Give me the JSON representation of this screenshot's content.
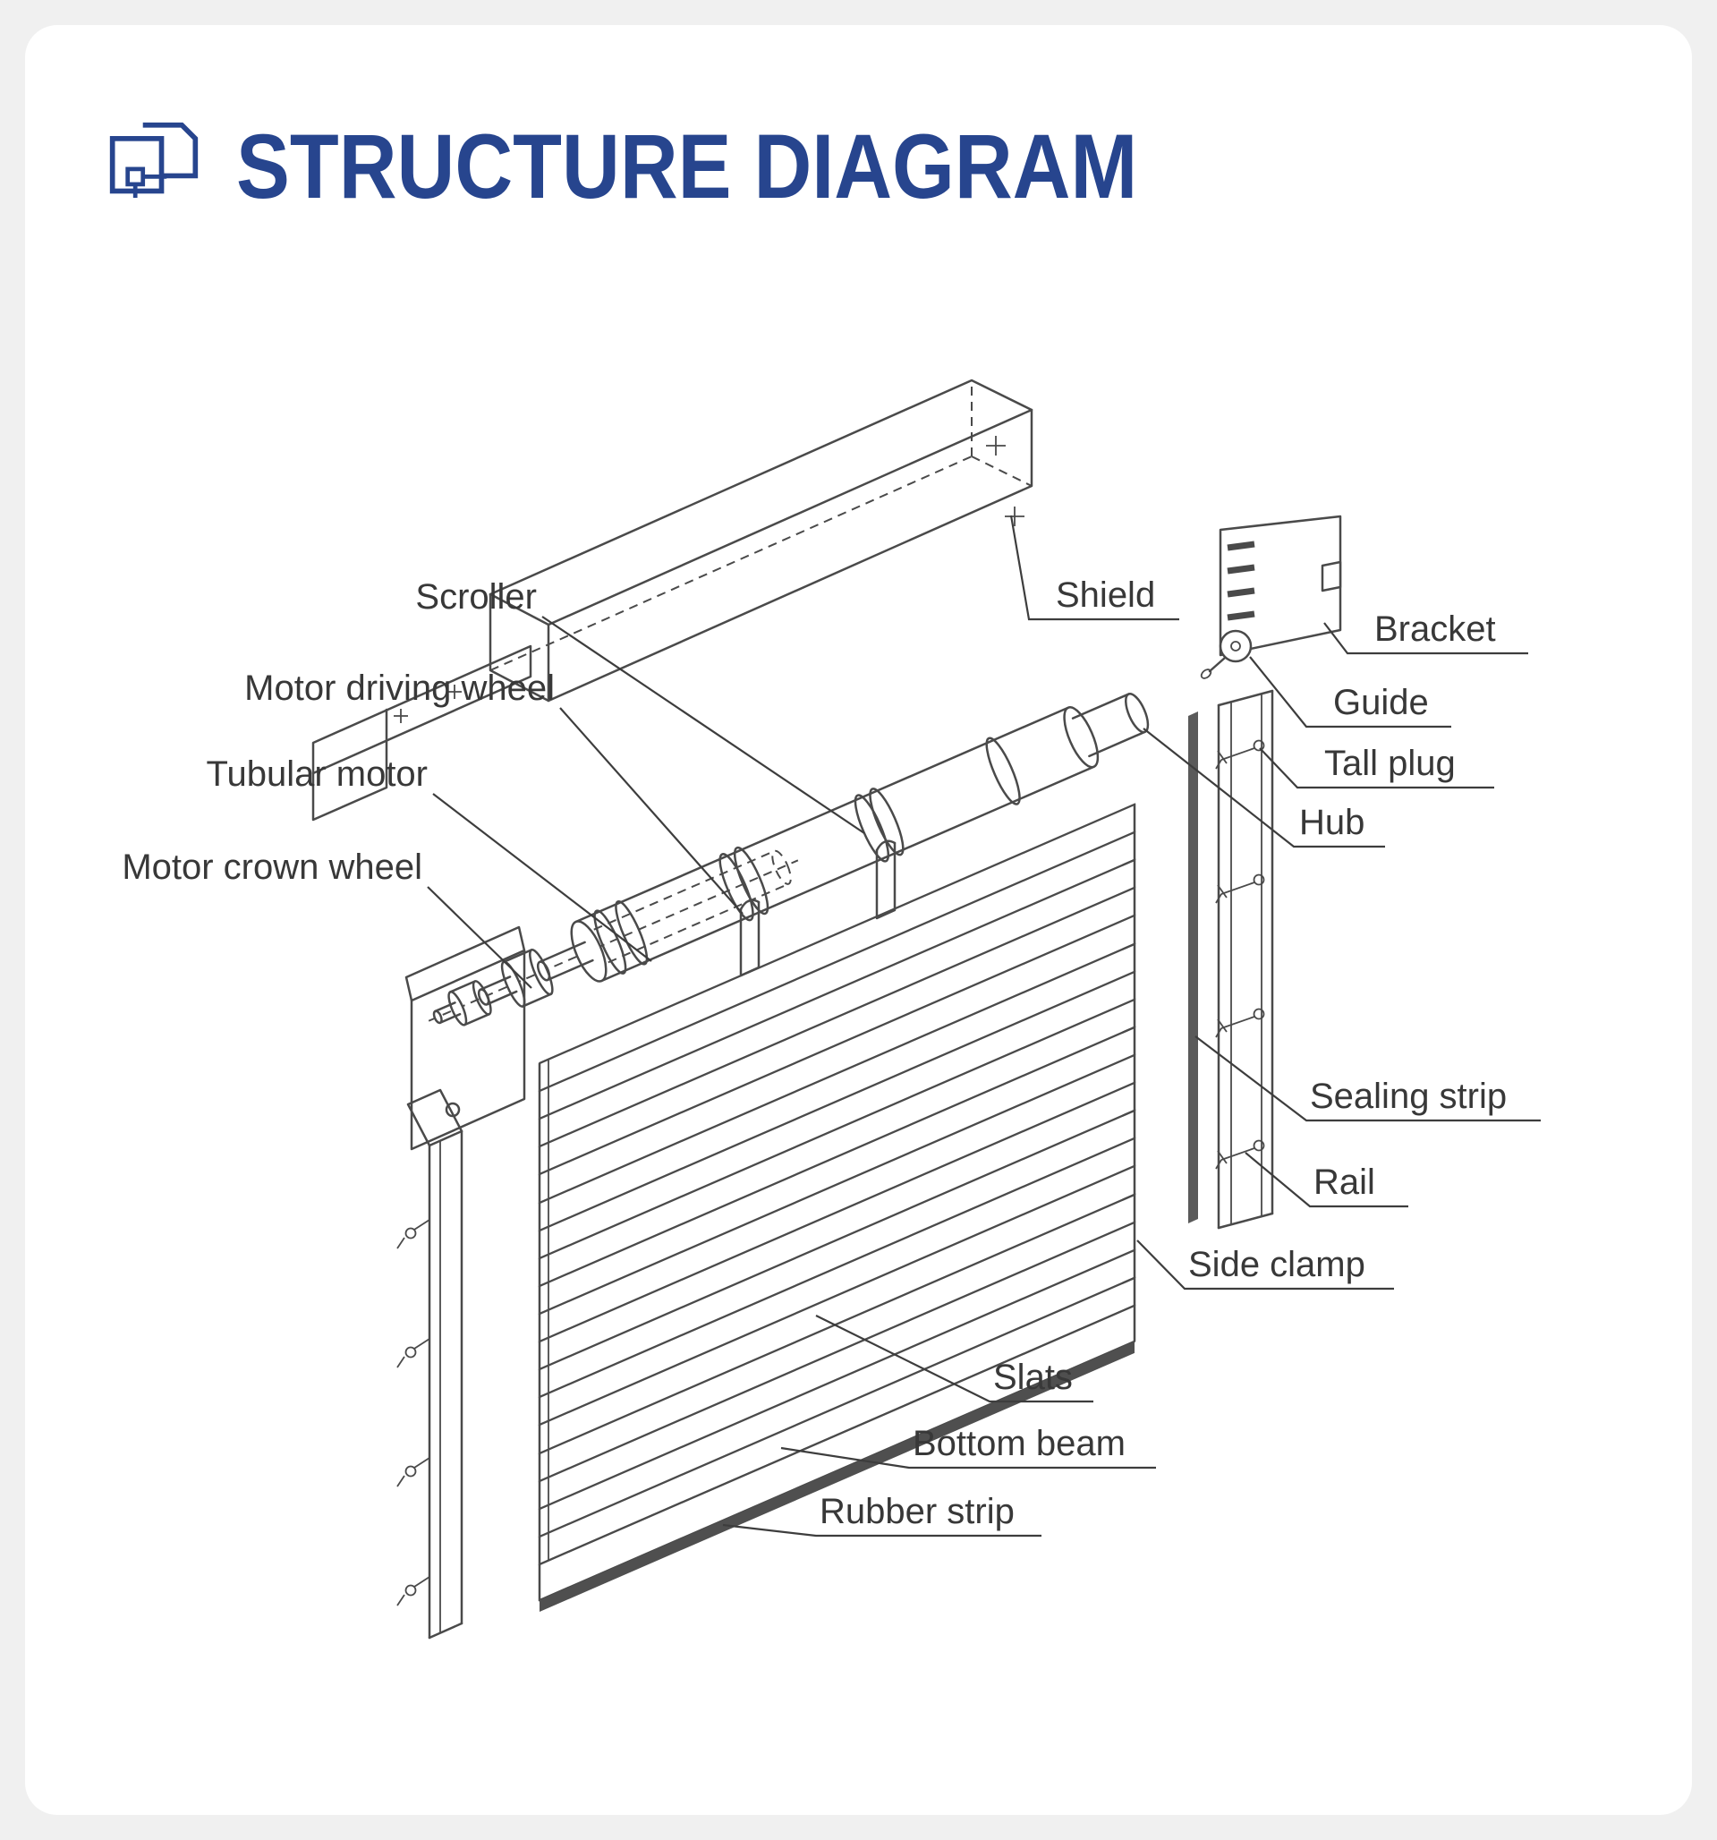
{
  "page": {
    "background": "#f0f0f0",
    "card_background": "#ffffff"
  },
  "header": {
    "title": "STRUCTURE DIAGRAM",
    "title_color": "#27458e",
    "icon": "blueprint-icon"
  },
  "diagram": {
    "line_color": "#4a4a4a",
    "label_color": "#383838",
    "labels": {
      "scroller": "Scroller",
      "motor_driving_wheel": "Motor driving wheel",
      "tubular_motor": "Tubular motor",
      "motor_crown_wheel": "Motor crown wheel",
      "shield": "Shield",
      "bracket": "Bracket",
      "guide": "Guide",
      "tall_plug": "Tall plug",
      "hub": "Hub",
      "sealing_strip": "Sealing strip",
      "rail": "Rail",
      "side_clamp": "Side clamp",
      "slats": "Slats",
      "bottom_beam": "Bottom beam",
      "rubber_strip": "Rubber strip"
    }
  }
}
